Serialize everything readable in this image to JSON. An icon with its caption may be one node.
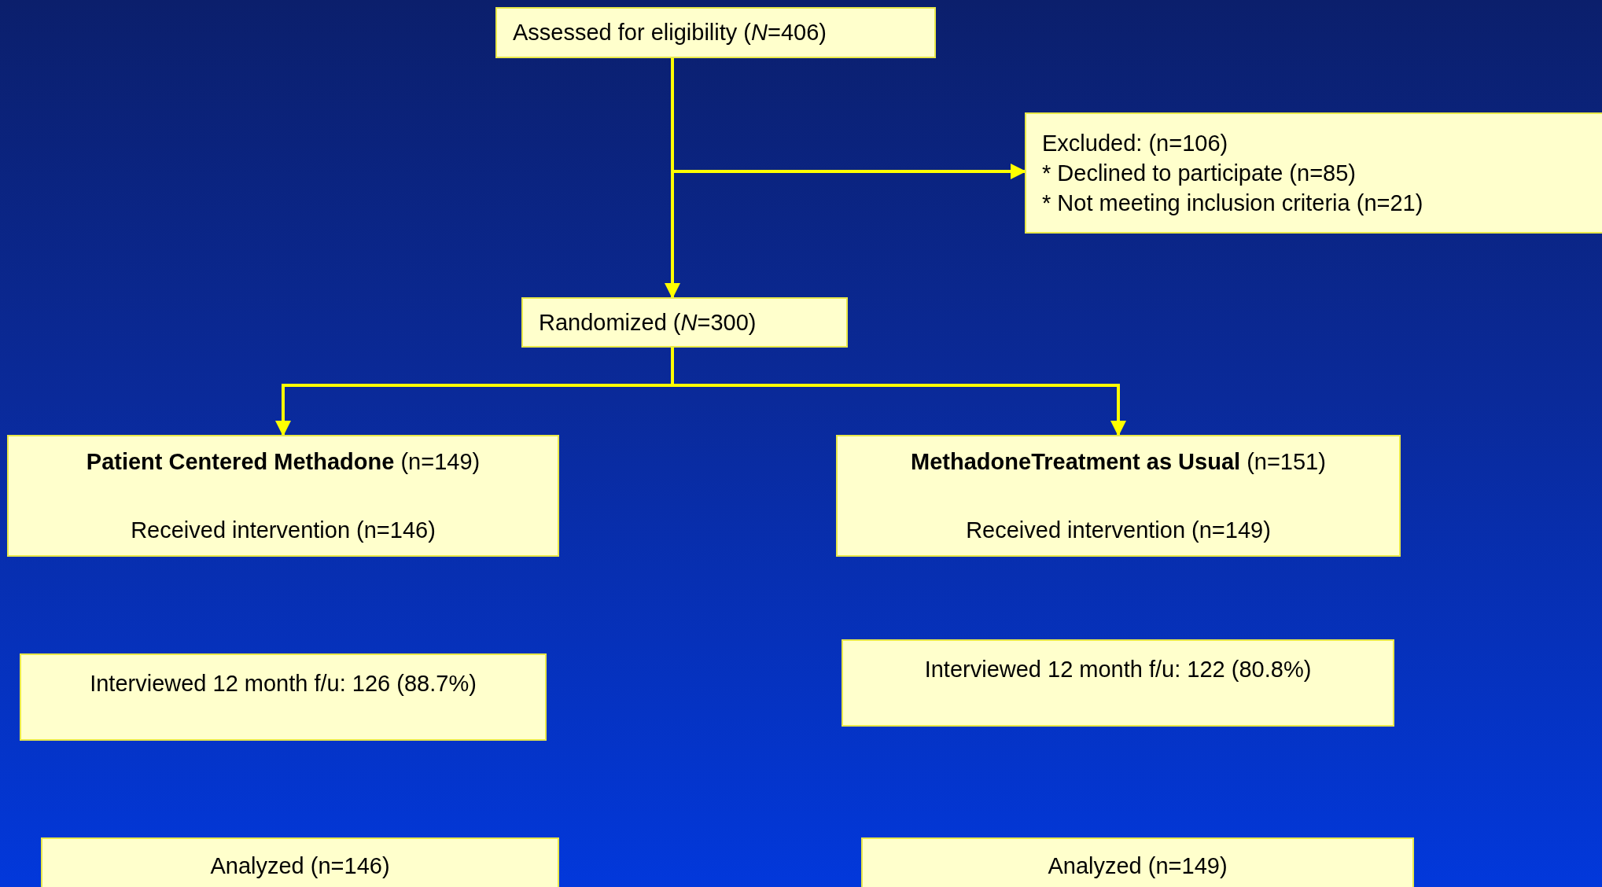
{
  "diagram": {
    "nodes": [
      {
        "text": [
          "Assessed for eligibility (*N*=406)"
        ]
      },
      {
        "text": [
          "Excluded: (n=106)",
          "* Declined to participate (n=85)",
          "* Not meeting inclusion criteria (n=21)"
        ]
      },
      {
        "text": [
          "Randomized (*N*=300)"
        ]
      },
      {
        "text": [
          "**Patient Centered Methadone** (n=149)",
          "Received intervention (n=146)"
        ]
      },
      {
        "text": [
          "**MethadoneTreatment as Usual** (n=151)",
          "Received intervention (n=149)"
        ]
      },
      {
        "text": [
          "Interviewed 12 month f/u: 126 (88.7%)"
        ]
      },
      {
        "text": [
          "Interviewed 12 month f/u: 122 (80.8%)"
        ]
      },
      {
        "text": [
          "Analyzed (n=146)"
        ]
      },
      {
        "text": [
          "Analyzed (n=149)"
        ]
      }
    ],
    "edges": [
      {
        "from": 0,
        "to": 2,
        "arrow": "to"
      },
      {
        "from": 0,
        "to": 1,
        "arrow": "to"
      },
      {
        "from": 2,
        "to": 3,
        "arrow": "to"
      },
      {
        "from": 2,
        "to": 4,
        "arrow": "to"
      }
    ]
  }
}
